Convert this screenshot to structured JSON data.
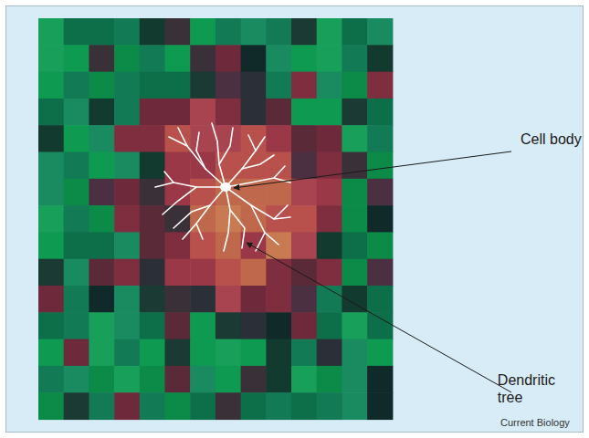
{
  "diagram": {
    "labels": [
      "Cell body",
      "Dendritic tree",
      "Current Biology"
    ]
  }
}
